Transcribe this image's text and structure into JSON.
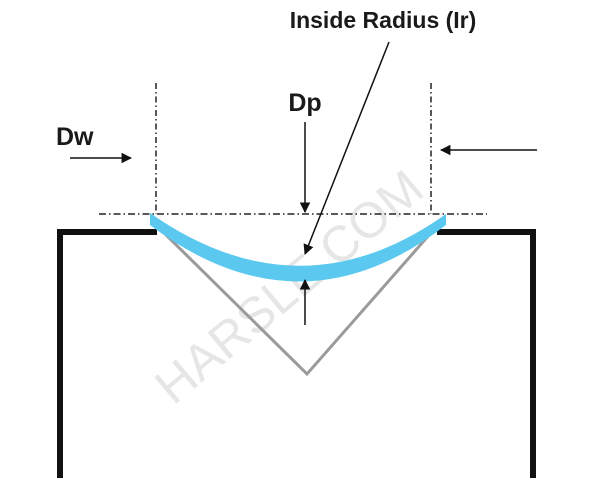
{
  "diagram": {
    "title": "Inside Radius (Ir)",
    "labels": {
      "penetration_depth": "Dp",
      "die_width": "Dw"
    },
    "watermark": "HARSLE.COM",
    "colors": {
      "sheet": "#5bc8f0",
      "die_outline": "#111111",
      "v_groove": "#9a9a9a",
      "arrows": "#111111",
      "guides": "#222222",
      "watermark": "#e6e6e6"
    }
  }
}
